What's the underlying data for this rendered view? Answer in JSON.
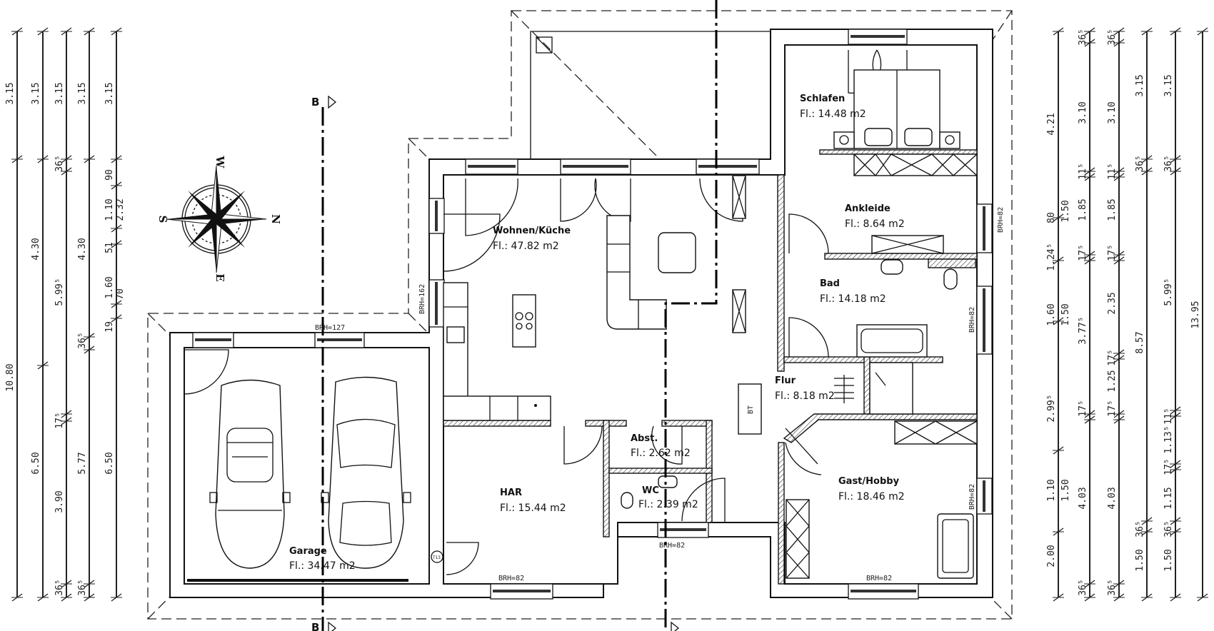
{
  "rooms": {
    "wohnen": {
      "name": "Wohnen/Küche",
      "area": "Fl.: 47.82 m2"
    },
    "schlafen": {
      "name": "Schlafen",
      "area": "Fl.: 14.48 m2"
    },
    "ankleide": {
      "name": "Ankleide",
      "area": "Fl.: 8.64 m2"
    },
    "bad": {
      "name": "Bad",
      "area": "Fl.: 14.18 m2"
    },
    "flur": {
      "name": "Flur",
      "area": "Fl.: 8.18 m2"
    },
    "abst": {
      "name": "Abst.",
      "area": "Fl.: 2.62 m2"
    },
    "wc": {
      "name": "WC",
      "area": "Fl.: 2.39 m2"
    },
    "har": {
      "name": "HAR",
      "area": "Fl.: 15.44 m2"
    },
    "garage": {
      "name": "Garage",
      "area": "Fl.: 34.47 m2"
    },
    "gast": {
      "name": "Gast/Hobby",
      "area": "Fl.: 18.46 m2"
    }
  },
  "annotations": {
    "brh_garage": "BRH=127",
    "brh_wohnen": "BRH=162",
    "brh_ankleide": "BRH=82",
    "brh_bad": "BRH=82",
    "brh_wc": "BRH=82",
    "brh_har": "BRH=82",
    "brh_gast_side": "BRH=82",
    "brh_gast_bottom": "BRH=82",
    "bt": "BT",
    "tank": "T13",
    "section_top": "B",
    "section_bottom": "B"
  },
  "compass": {
    "top": "W",
    "bottom": "E",
    "left": "S",
    "right": "N"
  },
  "dimensions": {
    "left": [
      [
        "3.15",
        "10.80"
      ],
      [
        "3.15",
        "4.30",
        "6.50"
      ],
      [
        "3.15",
        "36⁵",
        "5.99⁵",
        "17⁵",
        "3.90",
        "36⁵"
      ],
      [
        "3.15",
        "4.30",
        "36⁵",
        "5.77",
        "36⁵"
      ],
      [
        "3.15",
        "90",
        "1.10",
        "51",
        "1.60",
        "19",
        "6.50"
      ],
      [
        "2.32",
        "70"
      ]
    ],
    "right": [
      [
        "4.21",
        "80",
        "1.24⁵",
        "1.60",
        "2.99⁵",
        "1.10",
        "2.00"
      ],
      [
        "1.50",
        "1.50",
        "1.50"
      ],
      [
        "36⁵",
        "3.10",
        "11⁵",
        "1.85",
        "17⁵",
        "3.77⁵",
        "17⁵",
        "4.03",
        "36⁵"
      ],
      [
        "36⁵",
        "3.10",
        "11⁵",
        "1.85",
        "17⁵",
        "2.35",
        "17⁵",
        "1.25",
        "17⁵",
        "4.03",
        "36⁵"
      ],
      [
        "3.15",
        "36⁵",
        "8.57",
        "36⁵",
        "1.50"
      ],
      [
        "3.15",
        "36⁵",
        "5.99⁵",
        "11⁵",
        "1.13⁵",
        "17⁵",
        "1.15",
        "36⁵",
        "1.50"
      ],
      [
        "13.95"
      ]
    ]
  }
}
